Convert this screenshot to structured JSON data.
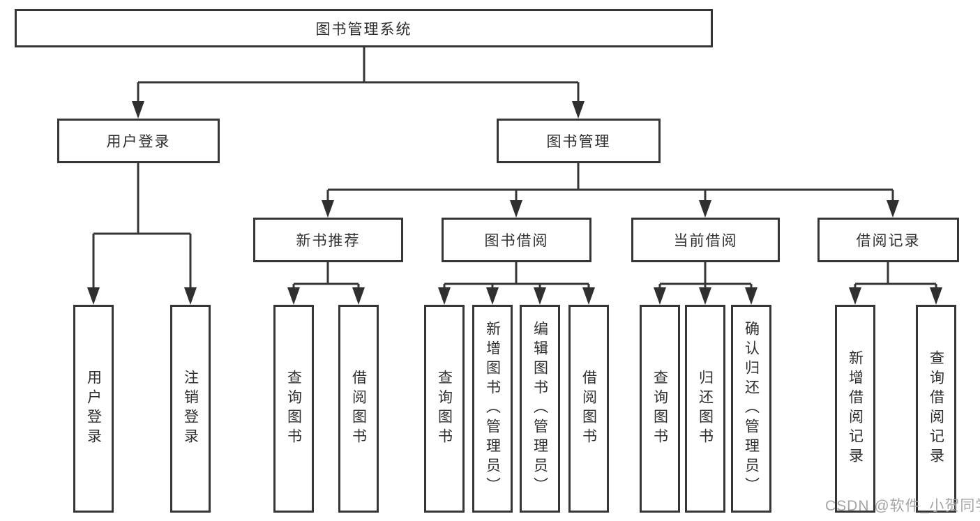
{
  "tree": {
    "root": "图书管理系统",
    "l1": [
      "用户登录",
      "图书管理"
    ],
    "l2": [
      "新书推荐",
      "图书借阅",
      "当前借阅",
      "借阅记录"
    ],
    "leaves": {
      "user_login": [
        "用户登录",
        "注销登录"
      ],
      "new_books": [
        "查询图书",
        "借阅图书"
      ],
      "book_borrow": [
        "查询图书",
        "新增图书（管理员）",
        "编辑图书（管理员）",
        "借阅图书"
      ],
      "current_borrow": [
        "查询图书",
        "归还图书",
        "确认归还（管理员）"
      ],
      "borrow_records": [
        "新增借阅记录",
        "查询借阅记录"
      ]
    }
  },
  "watermark": "CSDN @软件_小贺同学",
  "colors": {
    "line": "#363636",
    "text": "#2f2f2f",
    "watermark": "#a6a6a6",
    "background": "#ffffff"
  }
}
